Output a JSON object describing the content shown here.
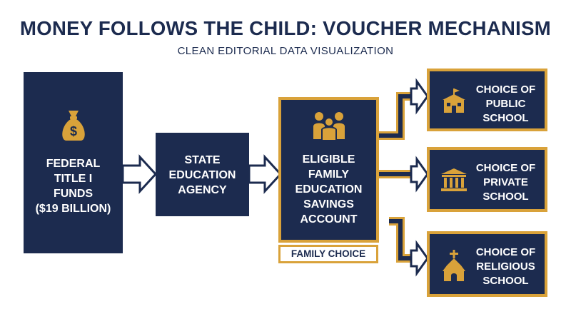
{
  "header": {
    "title": "MONEY FOLLOWS THE CHILD: VOUCHER MECHANISM",
    "subtitle": "CLEAN EDITORIAL DATA VISUALIZATION"
  },
  "flow": {
    "federal": {
      "label": "FEDERAL\nTITLE I\nFUNDS\n($19 BILLION)",
      "icon": "money-bag-icon"
    },
    "state": {
      "label": "STATE\nEDUCATION\nAGENCY"
    },
    "family": {
      "label": "ELIGIBLE\nFAMILY\nEDUCATION\nSAVINGS\nACCOUNT",
      "icon": "family-icon",
      "tag": "FAMILY CHOICE"
    },
    "choices": [
      {
        "label": "CHOICE OF\nPUBLIC\nSCHOOL",
        "icon": "public-school-icon"
      },
      {
        "label": "CHOICE OF\nPRIVATE\nSCHOOL",
        "icon": "private-school-icon"
      },
      {
        "label": "CHOICE OF\nRELIGIOUS\nSCHOOL",
        "icon": "religious-school-icon"
      }
    ]
  },
  "colors": {
    "navy": "#1c2b4f",
    "gold": "#d9a23a",
    "white": "#ffffff"
  }
}
